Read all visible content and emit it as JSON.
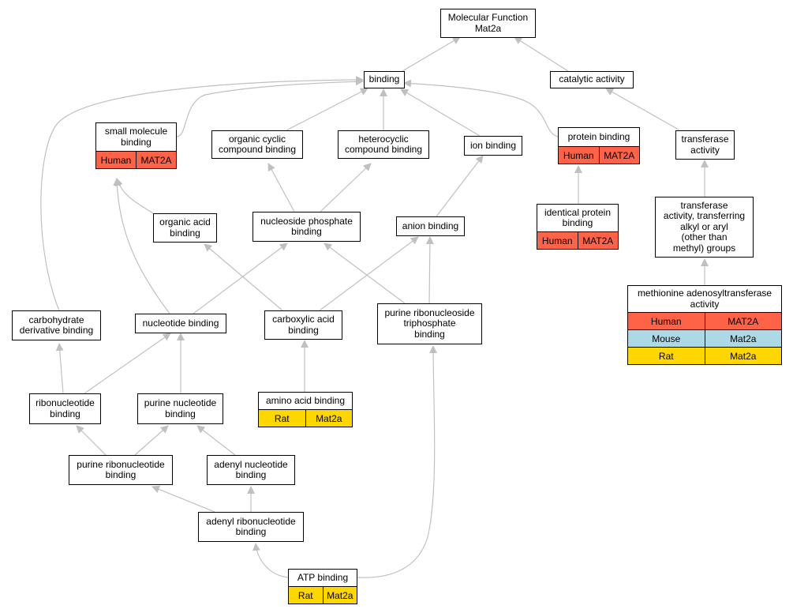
{
  "colors": {
    "edge": "#c0c0c0",
    "human": "#ff6347",
    "mouse": "#add8e6",
    "rat": "#ffd700"
  },
  "nodes": {
    "mf": {
      "lines": [
        "Molecular Function",
        "Mat2a"
      ]
    },
    "binding": {
      "lines": [
        "binding"
      ]
    },
    "catalytic": {
      "lines": [
        "catalytic activity"
      ]
    },
    "small_molecule": {
      "lines": [
        "small molecule",
        "binding"
      ],
      "ann": [
        [
          "Human",
          "MAT2A"
        ]
      ]
    },
    "org_cyclic": {
      "lines": [
        "organic cyclic",
        "compound binding"
      ]
    },
    "heterocyclic": {
      "lines": [
        "heterocyclic",
        "compound binding"
      ]
    },
    "ion": {
      "lines": [
        "ion binding"
      ]
    },
    "protein": {
      "lines": [
        "protein binding"
      ],
      "ann": [
        [
          "Human",
          "MAT2A"
        ]
      ]
    },
    "transferase": {
      "lines": [
        "transferase",
        "activity"
      ]
    },
    "organic_acid": {
      "lines": [
        "organic acid",
        "binding"
      ]
    },
    "nucleoside_phosphate": {
      "lines": [
        "nucleoside phosphate",
        "binding"
      ]
    },
    "anion": {
      "lines": [
        "anion binding"
      ]
    },
    "identical_protein": {
      "lines": [
        "identical protein",
        "binding"
      ],
      "ann": [
        [
          "Human",
          "MAT2A"
        ]
      ]
    },
    "transferase_alkyl": {
      "lines": [
        "transferase",
        "activity, transferring",
        "alkyl or aryl",
        "(other than",
        "methyl) groups"
      ]
    },
    "mat": {
      "lines": [
        "methionine adenosyltransferase",
        "activity"
      ],
      "ann": [
        [
          "Human",
          "MAT2A"
        ],
        [
          "Mouse",
          "Mat2a"
        ],
        [
          "Rat",
          "Mat2a"
        ]
      ]
    },
    "carbohydrate": {
      "lines": [
        "carbohydrate",
        "derivative binding"
      ]
    },
    "nucleotide": {
      "lines": [
        "nucleotide binding"
      ]
    },
    "carboxylic": {
      "lines": [
        "carboxylic acid",
        "binding"
      ]
    },
    "purine_rnts": {
      "lines": [
        "purine ribonucleoside",
        "triphosphate",
        "binding"
      ]
    },
    "amino_acid": {
      "lines": [
        "amino acid binding"
      ],
      "ann": [
        [
          "Rat",
          "Mat2a"
        ]
      ]
    },
    "ribonucleotide": {
      "lines": [
        "ribonucleotide",
        "binding"
      ]
    },
    "purine_nucleotide": {
      "lines": [
        "purine nucleotide",
        "binding"
      ]
    },
    "purine_ribonucleotide": {
      "lines": [
        "purine ribonucleotide",
        "binding"
      ]
    },
    "adenyl_nucleotide": {
      "lines": [
        "adenyl nucleotide",
        "binding"
      ]
    },
    "adenyl_ribonucleotide": {
      "lines": [
        "adenyl ribonucleotide",
        "binding"
      ]
    },
    "atp": {
      "lines": [
        "ATP binding"
      ],
      "ann": [
        [
          "Rat",
          "Mat2a"
        ]
      ]
    }
  }
}
